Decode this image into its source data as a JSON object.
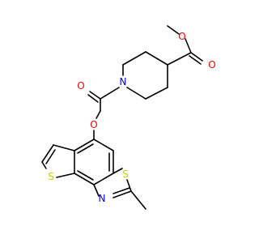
{
  "molecule": {
    "colors": {
      "bond": "#000000",
      "oxygen": "#FF0000",
      "sulfur": "#CCCC00",
      "nitrogen": "#0000FF",
      "background": "#FFFFFF"
    },
    "atoms": {
      "o_methoxy": "O",
      "o_ester_carbonyl": "O",
      "n_piperidine": "N",
      "o_amide_carbonyl": "O",
      "o_ether": "O",
      "s_thiazole": "S",
      "s_thiophene": "S",
      "n_thiazole": "N"
    }
  }
}
